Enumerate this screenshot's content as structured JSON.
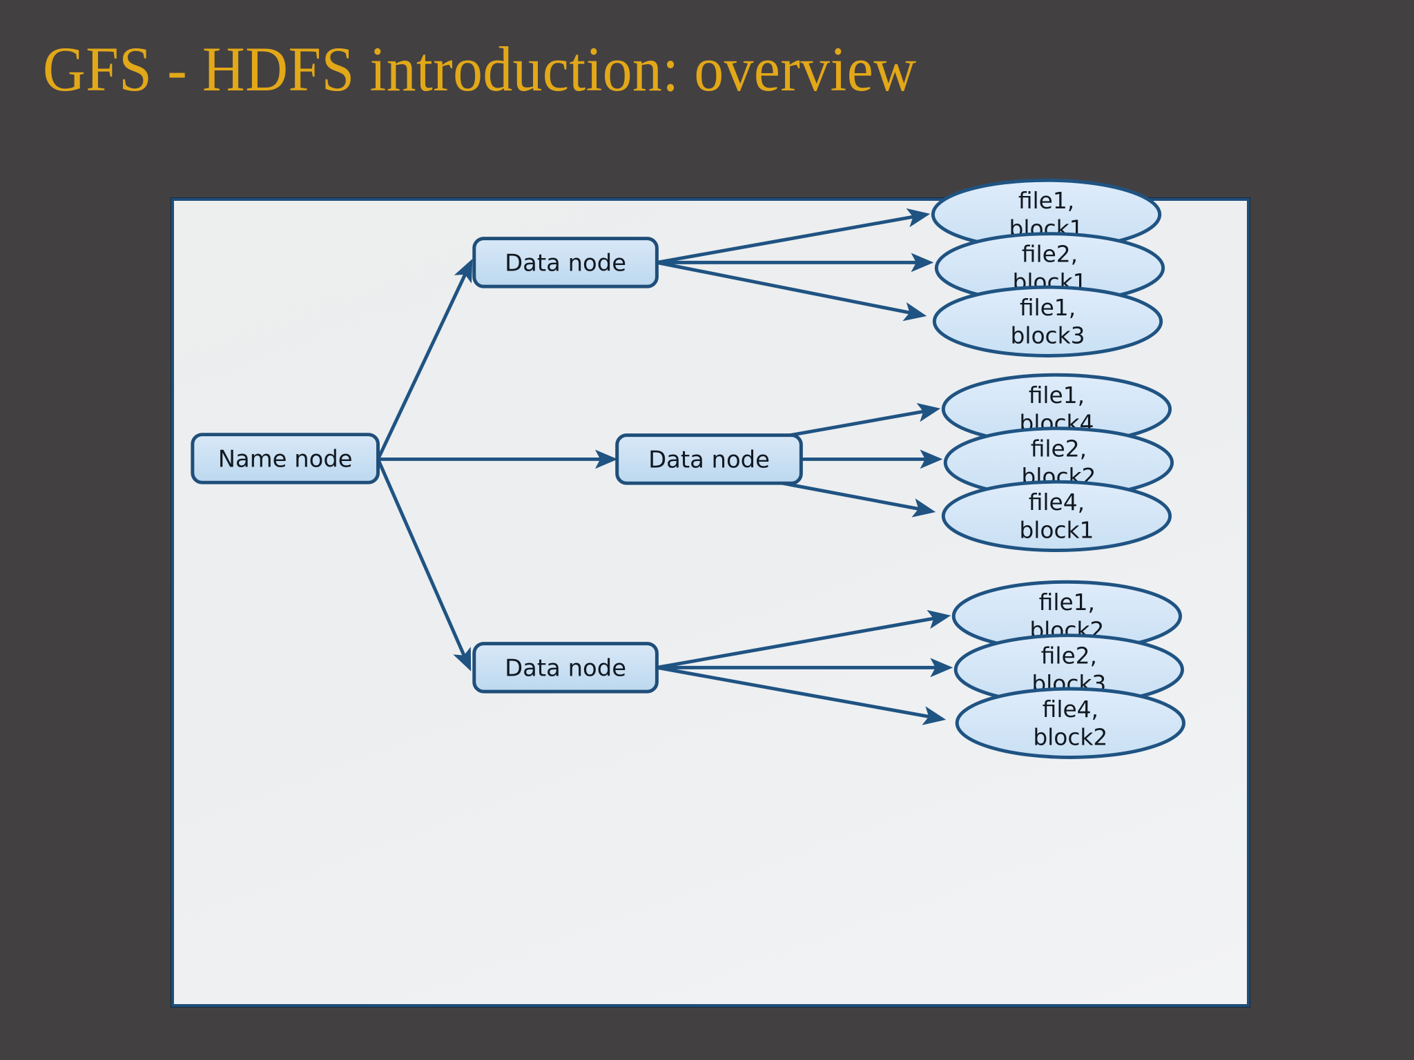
{
  "slide": {
    "title": "GFS - HDFS introduction: overview",
    "title_color": "#e2a818",
    "background_color": "#434042"
  },
  "diagram": {
    "panel_background": "#eceef0",
    "panel_border_color": "#1f4e79",
    "node_fill": "#cde0f2",
    "node_border_color": "#1f4e79",
    "ellipse_fill": "#d4e6f7",
    "ellipse_border_color": "#1f5382",
    "edge_color": "#1f5382",
    "name_node": {
      "label": "Name node"
    },
    "data_nodes": [
      {
        "label": "Data node",
        "blocks": [
          {
            "file": "file1,",
            "block": "block1"
          },
          {
            "file": "file2,",
            "block": "block1"
          },
          {
            "file": "file1,",
            "block": "block3"
          }
        ]
      },
      {
        "label": "Data node",
        "blocks": [
          {
            "file": "file1,",
            "block": "block4"
          },
          {
            "file": "file2,",
            "block": "block2"
          },
          {
            "file": "file4,",
            "block": "block1"
          }
        ]
      },
      {
        "label": "Data node",
        "blocks": [
          {
            "file": "file1,",
            "block": "block2"
          },
          {
            "file": "file2,",
            "block": "block3"
          },
          {
            "file": "file4,",
            "block": "block2"
          }
        ]
      }
    ]
  }
}
